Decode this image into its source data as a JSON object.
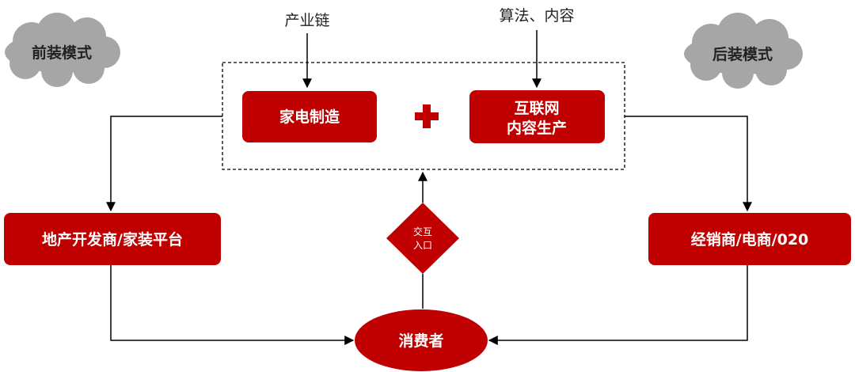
{
  "clouds": {
    "left": "前装模式",
    "right": "后装模式"
  },
  "top_labels": {
    "industry_chain": "产业链",
    "algorithm_content": "算法、内容"
  },
  "boxes": {
    "manufacturing": "家电制造",
    "internet_line1": "互联网",
    "internet_line2": "内容生产",
    "left_channel": "地产开发商/家装平台",
    "right_channel": "经销商/电商/020"
  },
  "plus_symbol": "+",
  "diamond": {
    "line1": "交互",
    "line2": "入口"
  },
  "consumer": "消费者",
  "colors": {
    "red": "#c00000",
    "cloud": "#a6a6a6",
    "line": "#000000"
  }
}
